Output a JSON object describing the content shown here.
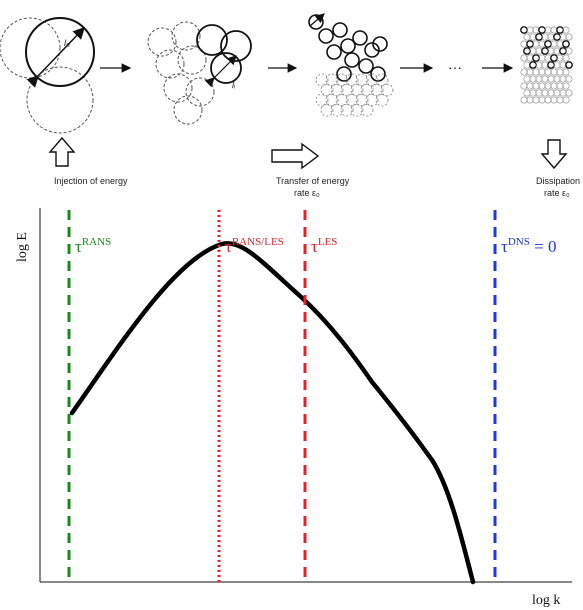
{
  "cascade": {
    "length_label_large": "l₀",
    "length_label_small": "lᵢ",
    "ellipsis": "···",
    "injection_label": "Injection of energy",
    "transfer_label_line1": "Transfer of energy",
    "transfer_label_line2": "rate ε₀",
    "dissipation_label_line1": "Dissipation",
    "dissipation_label_line2": "rate ε₀"
  },
  "spectrum": {
    "ylabel": "log E",
    "xlabel": "log k",
    "cutoffs": [
      {
        "name": "RANS",
        "base": "τ",
        "sup": "RANS",
        "suffix": "",
        "color": "#1a8a1a",
        "style": "dashed",
        "k": 0.08
      },
      {
        "name": "RANS/LES",
        "base": "τ",
        "sup": "RANS/LES",
        "suffix": "",
        "color": "#e8202a",
        "style": "dotted",
        "k": 0.5
      },
      {
        "name": "LES",
        "base": "τ",
        "sup": "LES",
        "suffix": "",
        "color": "#e8202a",
        "style": "dashed",
        "k": 0.74
      },
      {
        "name": "DNS",
        "base": "τ",
        "sup": "DNS",
        "suffix": " = 0",
        "color": "#1f36e0",
        "style": "dashed",
        "k": 1.27
      }
    ]
  }
}
